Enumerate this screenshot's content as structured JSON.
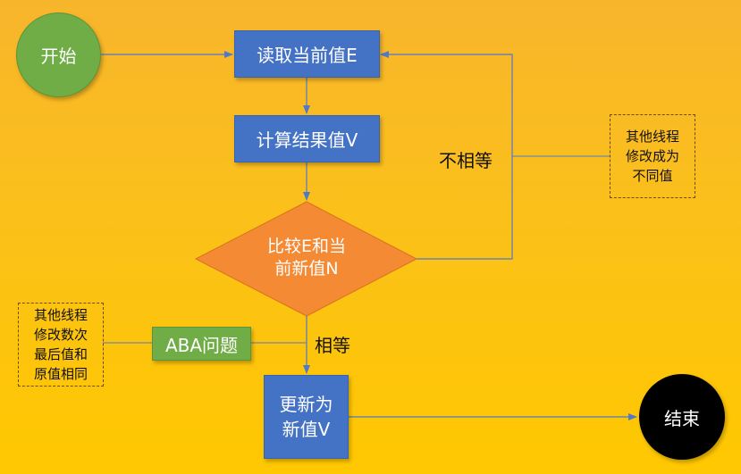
{
  "nodes": {
    "start": "开始",
    "read": "读取当前值E",
    "compute": "计算结果值V",
    "compare": "比较E和当\n前新值N",
    "update": "更新为\n新值V",
    "end": "结束",
    "aba": "ABA问题"
  },
  "edges": {
    "not_equal": "不相等",
    "equal": "相等"
  },
  "notes": {
    "other_thread_changed": "其他线程\n修改成为\n不同值",
    "other_thread_same": "其他线程\n修改数次\n最后值和\n原值相同"
  },
  "colors": {
    "background": "#fbc01a",
    "process": "#4472c4",
    "start": "#70ad47",
    "decision": "#f58a34",
    "end": "#000000",
    "arrow": "#4f7ac7"
  }
}
